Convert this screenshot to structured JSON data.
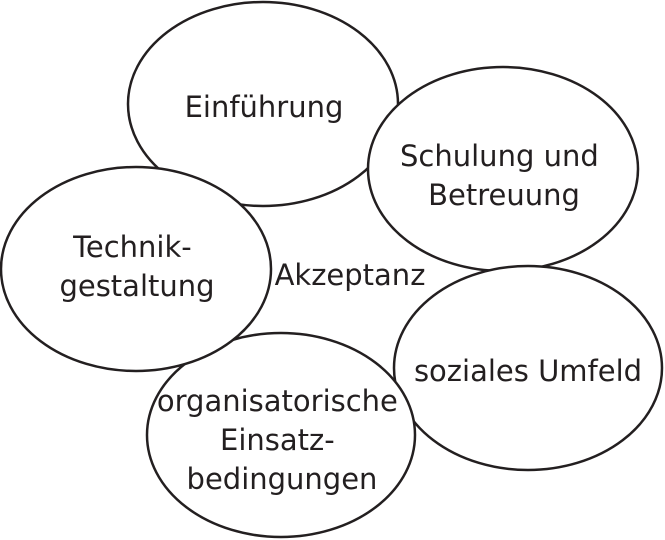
{
  "diagram": {
    "center_label": "Akzeptanz",
    "nodes": [
      {
        "id": "einfuehrung",
        "lines": [
          "Einführung"
        ]
      },
      {
        "id": "schulung",
        "lines": [
          "Schulung und",
          "Betreuung"
        ]
      },
      {
        "id": "technik",
        "lines": [
          "Technik-",
          "gestaltung"
        ]
      },
      {
        "id": "soziales",
        "lines": [
          "soziales Umfeld"
        ]
      },
      {
        "id": "organisatorisch",
        "lines": [
          "organisatorische",
          "Einsatz-",
          "bedingungen"
        ]
      }
    ]
  },
  "colors": {
    "stroke": "#231f20",
    "fill": "#ffffff",
    "text": "#231f20"
  }
}
